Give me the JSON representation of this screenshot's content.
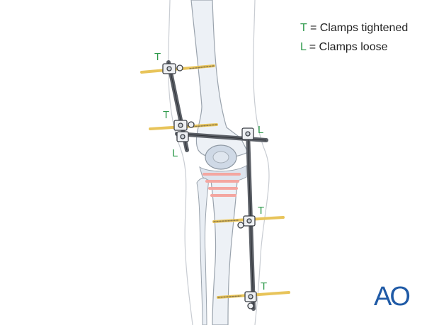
{
  "legend": {
    "tightened_key": "T",
    "tightened_text": "= Clamps tightened",
    "loose_key": "L",
    "loose_text": "= Clamps loose"
  },
  "labels": {
    "t1": "T",
    "t2": "T",
    "l1": "L",
    "l2": "L",
    "t3": "T",
    "t4": "T"
  },
  "logo": "AO",
  "colors": {
    "label_green": "#2e9a4b",
    "logo_blue": "#1f5aa6",
    "rod_gray": "#5b5f66",
    "pin_yellow": "#e8c45a",
    "fracture_red": "#f4a6a0",
    "bone_light": "#e4eaf2"
  }
}
